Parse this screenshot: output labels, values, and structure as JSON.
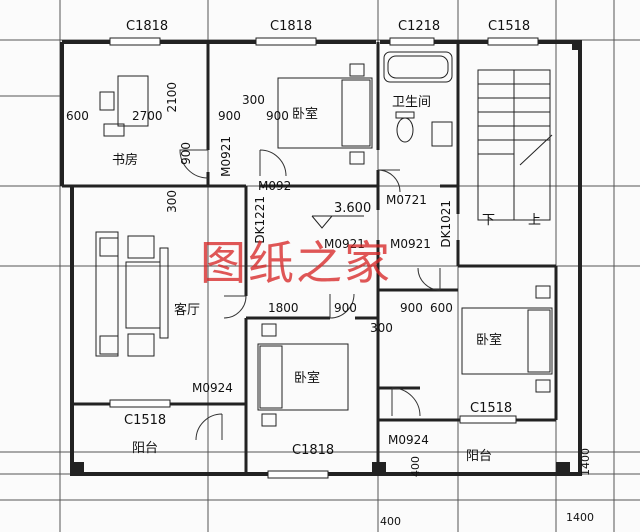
{
  "watermark": "图纸之家",
  "rooms": {
    "study": "书房",
    "bedroom_top": "卧室",
    "bathroom": "卫生间",
    "living": "客厅",
    "bedroom_mid": "卧室",
    "bedroom_right": "卧室",
    "balcony_left": "阳台",
    "balcony_right": "阳台"
  },
  "stairs": {
    "down": "下",
    "up": "上"
  },
  "windows": {
    "w1": "C1818",
    "w2": "C1818",
    "w3": "C1218",
    "w4": "C1518",
    "w5": "C1518",
    "w6": "C1818",
    "w7": "C1518"
  },
  "doors": {
    "d1": "M0921",
    "d2": "M092",
    "d3": "M0721",
    "d4": "M0921",
    "d5": "M0921",
    "d6": "M0924",
    "d7": "M0924",
    "d8": "DK1221",
    "d9": "DK1021"
  },
  "elevation": "3.600",
  "dims": {
    "a": "600",
    "b": "2700",
    "c": "2100",
    "d": "900",
    "e": "300",
    "f": "900",
    "g": "900",
    "h": "300",
    "i": "1800",
    "j": "900",
    "k": "900",
    "l": "600",
    "m": "300",
    "n": "400",
    "o": "400",
    "p": "1400",
    "q": "1400"
  }
}
